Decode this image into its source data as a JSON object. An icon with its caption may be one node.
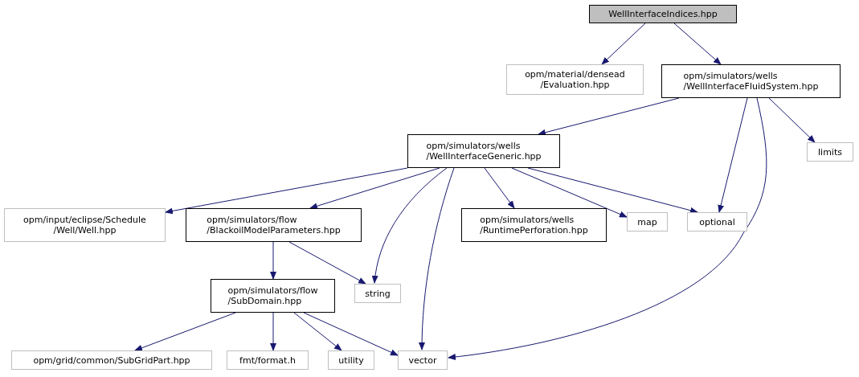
{
  "diagram": {
    "nodes": [
      {
        "text": [
          "WellInterfaceIndices.hpp"
        ]
      },
      {
        "text": [
          "opm/material/densead /Evaluation.hpp"
        ]
      },
      {
        "text": [
          "opm/simulators/wells /WellInterfaceFluidSystem.hpp"
        ]
      },
      {
        "text": [
          "limits"
        ]
      },
      {
        "text": [
          "opm/simulators/wells /WellInterfaceGeneric.hpp"
        ]
      },
      {
        "text": [
          "opm/input/eclipse/Schedule /Well/Well.hpp"
        ]
      },
      {
        "text": [
          "opm/simulators/flow /BlackoilModelParameters.hpp"
        ]
      },
      {
        "text": [
          "opm/simulators/wells /RuntimePerforation.hpp"
        ]
      },
      {
        "text": [
          "map"
        ]
      },
      {
        "text": [
          "optional"
        ]
      },
      {
        "text": [
          "opm/simulators/flow /SubDomain.hpp"
        ]
      },
      {
        "text": [
          "string"
        ]
      },
      {
        "text": [
          "opm/grid/common/SubGridPart.hpp"
        ]
      },
      {
        "text": [
          "fmt/format.h"
        ]
      },
      {
        "text": [
          "utility"
        ]
      },
      {
        "text": [
          "vector"
        ]
      }
    ],
    "edges": [
      {
        "from": 0,
        "to": 1,
        "arrow": "to"
      },
      {
        "from": 0,
        "to": 2,
        "arrow": "to"
      },
      {
        "from": 2,
        "to": 4,
        "arrow": "to"
      },
      {
        "from": 2,
        "to": 3,
        "arrow": "to"
      },
      {
        "from": 2,
        "to": 9,
        "arrow": "to"
      },
      {
        "from": 2,
        "to": 15,
        "arrow": "to"
      },
      {
        "from": 4,
        "to": 5,
        "arrow": "to"
      },
      {
        "from": 4,
        "to": 6,
        "arrow": "to"
      },
      {
        "from": 4,
        "to": 11,
        "arrow": "to"
      },
      {
        "from": 4,
        "to": 15,
        "arrow": "to"
      },
      {
        "from": 4,
        "to": 7,
        "arrow": "to"
      },
      {
        "from": 4,
        "to": 8,
        "arrow": "to"
      },
      {
        "from": 4,
        "to": 9,
        "arrow": "to"
      },
      {
        "from": 6,
        "to": 10,
        "arrow": "to"
      },
      {
        "from": 6,
        "to": 11,
        "arrow": "to"
      },
      {
        "from": 10,
        "to": 12,
        "arrow": "to"
      },
      {
        "from": 10,
        "to": 13,
        "arrow": "to"
      },
      {
        "from": 10,
        "to": 14,
        "arrow": "to"
      },
      {
        "from": 10,
        "to": 15,
        "arrow": "to"
      }
    ]
  }
}
